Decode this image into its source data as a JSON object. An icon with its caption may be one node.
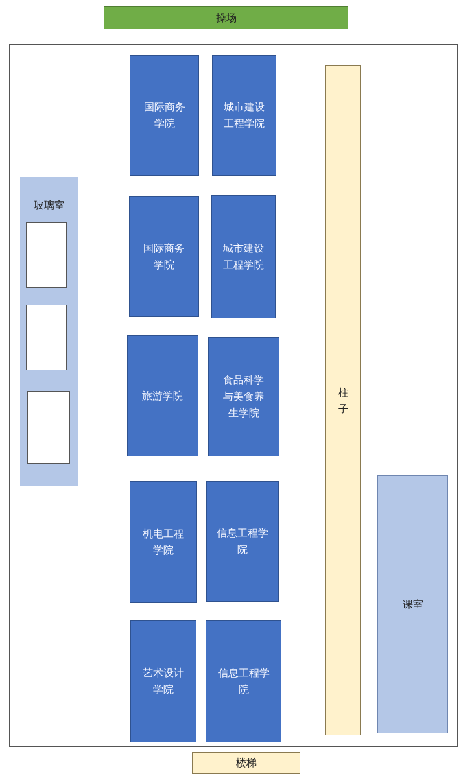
{
  "diagram": {
    "nodes": [
      {
        "text": [
          "操场"
        ]
      },
      {
        "text": [],
        "shape": "box"
      },
      {
        "text": [
          "国际商务学院"
        ],
        "in": 1
      },
      {
        "text": [
          "城市建设工程学院"
        ],
        "in": 1
      },
      {
        "text": [
          "柱子"
        ],
        "in": 1
      },
      {
        "text": [
          "玻璃室"
        ],
        "in": 1
      },
      {
        "text": [],
        "shape": "box",
        "in": 5
      },
      {
        "text": [],
        "shape": "box",
        "in": 5
      },
      {
        "text": [],
        "shape": "box",
        "in": 5
      },
      {
        "text": [
          "国际商务学院"
        ],
        "in": 1
      },
      {
        "text": [
          "城市建设工程学院"
        ],
        "in": 1
      },
      {
        "text": [
          "旅游学院"
        ],
        "in": 1
      },
      {
        "text": [
          "食品科学与美食养生学院"
        ],
        "in": 1
      },
      {
        "text": [
          "机电工程学院"
        ],
        "in": 1
      },
      {
        "text": [
          "信息工程学院"
        ],
        "in": 1
      },
      {
        "text": [
          "课室"
        ],
        "in": 1
      },
      {
        "text": [
          "艺术设计学院"
        ],
        "in": 1
      },
      {
        "text": [
          "信息工程学院"
        ],
        "in": 1
      },
      {
        "text": [
          "楼梯"
        ]
      }
    ]
  }
}
